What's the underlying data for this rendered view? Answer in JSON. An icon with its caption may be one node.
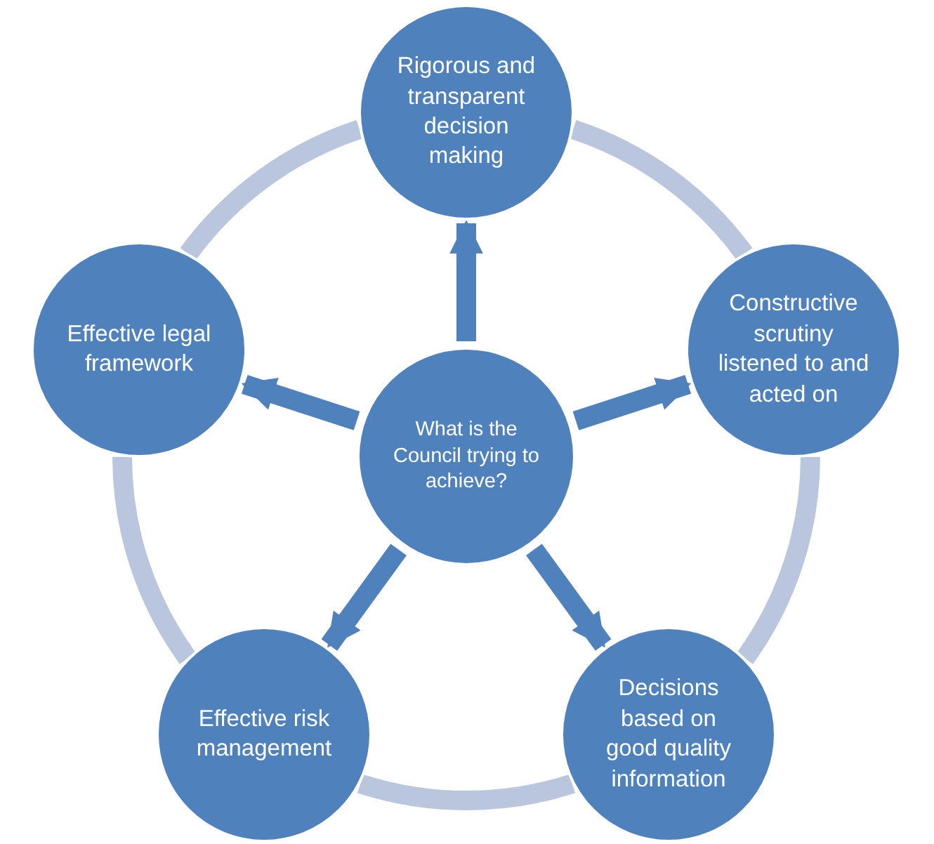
{
  "diagram": {
    "nodes": [
      {
        "text": [
          "Rigorous and transparent decision making"
        ]
      },
      {
        "text": [
          "Effective legal framework"
        ]
      },
      {
        "text": [
          "What is the Council trying to achieve?"
        ]
      },
      {
        "text": [
          "Constructive scrutiny listened to and acted on"
        ]
      },
      {
        "text": [
          "Effective risk management"
        ]
      },
      {
        "text": [
          "Decisions based on good quality information"
        ]
      }
    ],
    "edges": [
      {
        "from": 2,
        "to": 0,
        "arrow": "to"
      },
      {
        "from": 2,
        "to": 3,
        "arrow": "to"
      },
      {
        "from": 2,
        "to": 5,
        "arrow": "to"
      },
      {
        "from": 2,
        "to": 4,
        "arrow": "to"
      },
      {
        "from": 2,
        "to": 1,
        "arrow": "to"
      },
      {
        "from": 0,
        "to": 3,
        "arrow": "none",
        "color": "#b9c6de"
      },
      {
        "from": 3,
        "to": 5,
        "arrow": "none",
        "color": "#b9c6de"
      },
      {
        "from": 5,
        "to": 4,
        "arrow": "none",
        "color": "#b9c6de"
      },
      {
        "from": 4,
        "to": 1,
        "arrow": "none",
        "color": "#b9c6de"
      },
      {
        "from": 1,
        "to": 0,
        "arrow": "none",
        "color": "#b9c6de"
      }
    ]
  }
}
